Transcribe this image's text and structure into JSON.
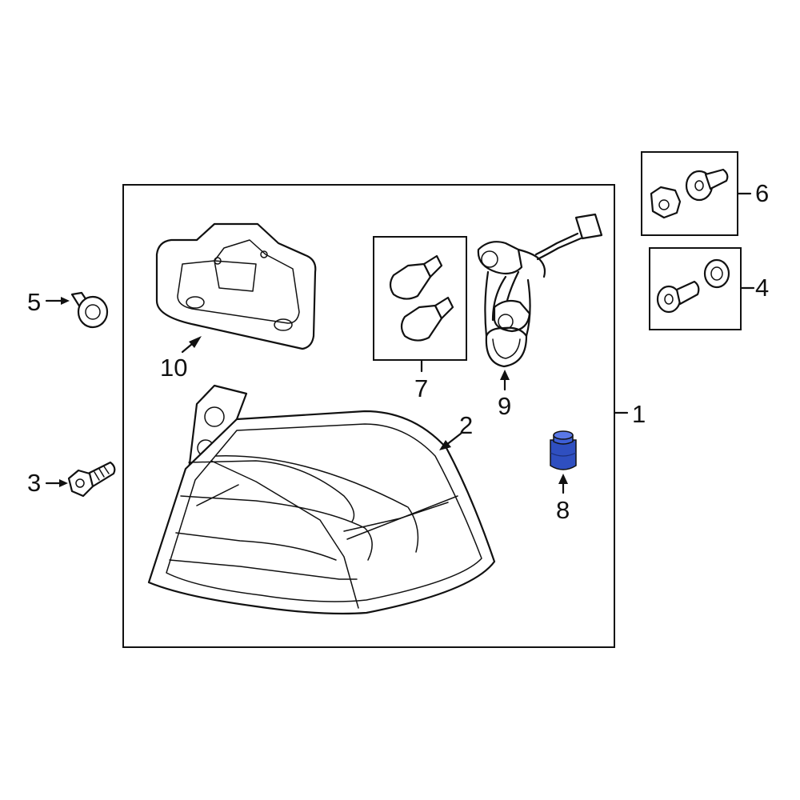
{
  "callouts": {
    "p1": "1",
    "p2": "2",
    "p3": "3",
    "p4": "4",
    "p5": "5",
    "p6": "6",
    "p7": "7",
    "p8": "8",
    "p9": "9",
    "p10": "10"
  },
  "colors": {
    "line": "#111111",
    "highlight": "#2f4fc0",
    "background": "#ffffff"
  }
}
